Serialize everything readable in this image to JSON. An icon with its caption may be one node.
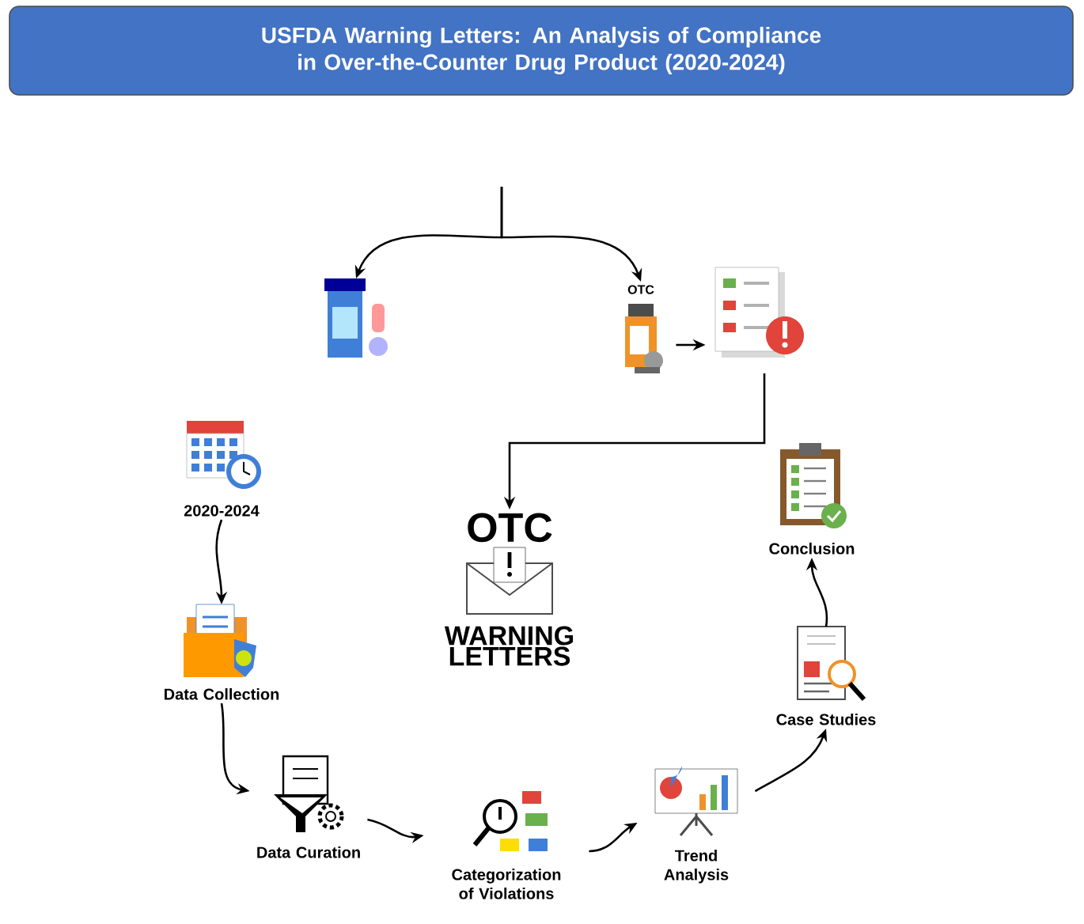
{
  "diagram": {
    "title": "USFDA Warning Letters: An Analysis of Compliance in Over-the-Counter Drug Product (2020-2024)",
    "nodes": [
      {
        "text": [],
        "shape": "picture"
      },
      {
        "text": [
          "OTC"
        ]
      },
      {
        "text": [],
        "shape": "picture"
      },
      {
        "text": [
          "OTC",
          "WARNING LETTERS"
        ]
      },
      {
        "text": [
          "2020-2024"
        ]
      },
      {
        "text": [
          "Data Collection"
        ]
      },
      {
        "text": [
          "Data Curation"
        ]
      },
      {
        "text": [
          "Categorization of Violations"
        ]
      },
      {
        "text": [
          "Trend Analysis"
        ]
      },
      {
        "text": [
          "Case Studies"
        ]
      },
      {
        "text": [
          "Conclusion"
        ]
      }
    ],
    "edges": [
      {
        "from": null,
        "to": 0,
        "arrow": "to"
      },
      {
        "from": null,
        "to": 1,
        "arrow": "to"
      },
      {
        "from": 1,
        "to": 2,
        "arrow": "to"
      },
      {
        "from": 2,
        "to": 3,
        "arrow": "to"
      },
      {
        "from": 4,
        "to": 5,
        "arrow": "to"
      },
      {
        "from": 5,
        "to": 6,
        "arrow": "to"
      },
      {
        "from": 6,
        "to": 7,
        "arrow": "to"
      },
      {
        "from": 7,
        "to": 8,
        "arrow": "to"
      },
      {
        "from": 8,
        "to": 9,
        "arrow": "to"
      },
      {
        "from": 9,
        "to": 10,
        "arrow": "to"
      }
    ]
  }
}
